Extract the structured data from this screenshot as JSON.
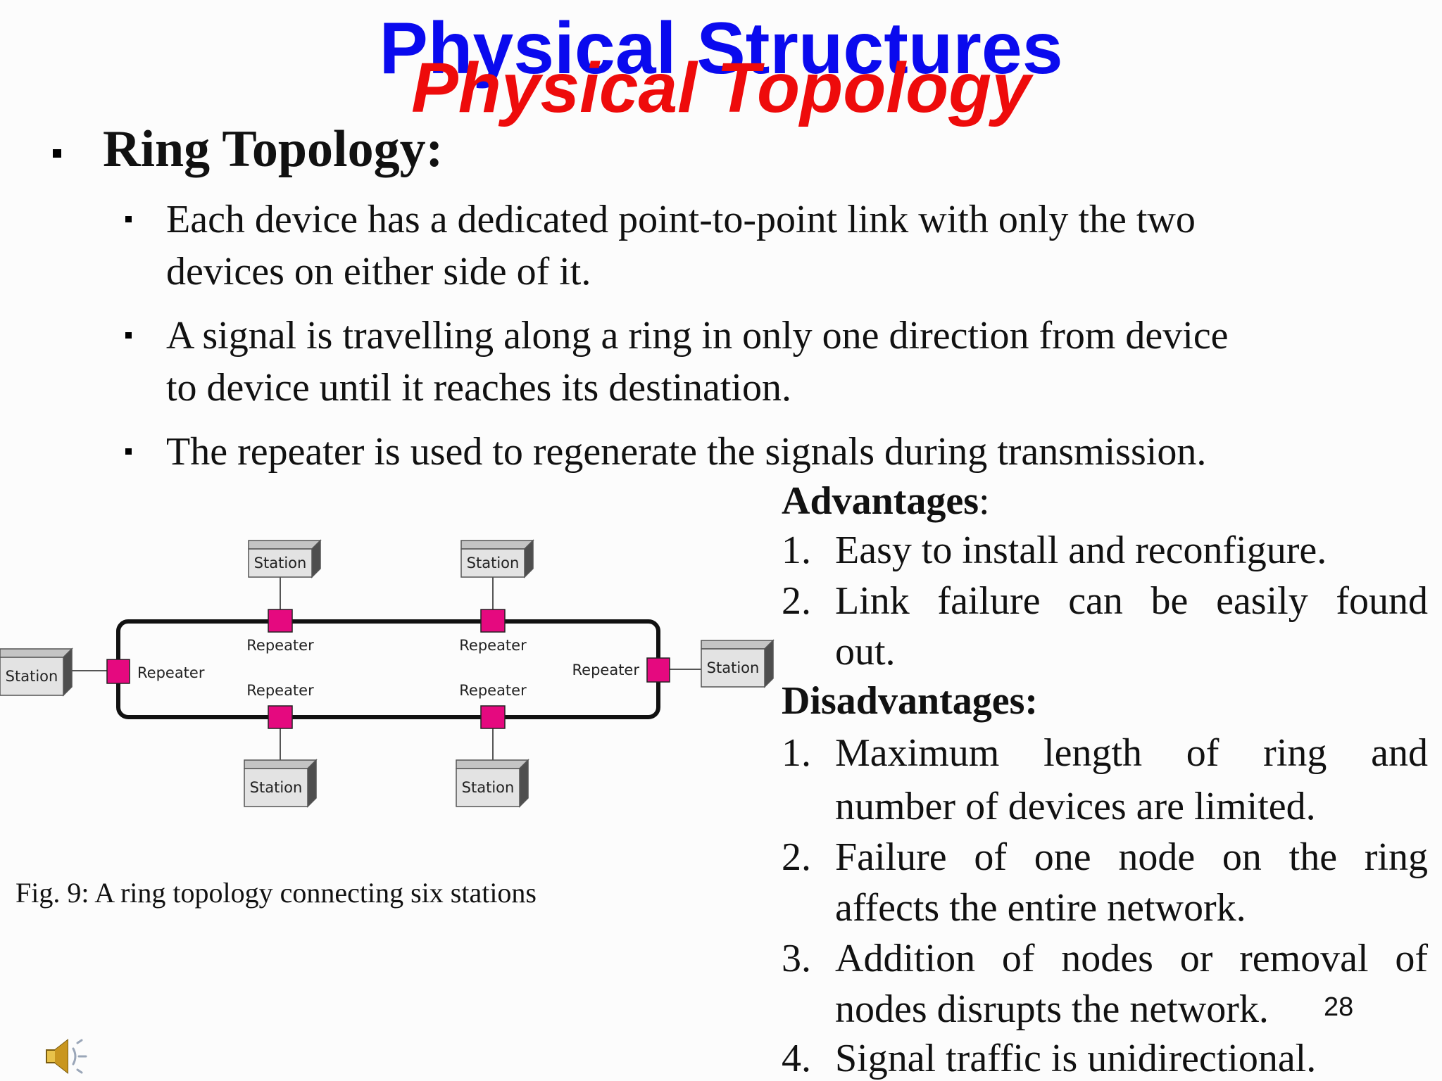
{
  "slide": {
    "title": "Physical Structures",
    "subtitle": "Physical Topology",
    "heading": "Ring Topology:",
    "bullets": [
      [
        "Each device has a dedicated point-to-point link with only the two",
        "devices on either side of it."
      ],
      [
        "A signal is travelling along a ring in only one direction from device",
        "to device until it reaches its destination."
      ],
      [
        "The repeater is used to regenerate the signals during transmission."
      ]
    ],
    "advantages_heading": "Advantages",
    "advantages_colon": ":",
    "advantages": [
      {
        "num": "1.",
        "lines": [
          "Easy to install and reconfigure."
        ]
      },
      {
        "num": "2.",
        "lines": [
          "Link failure can be easily found",
          "out."
        ]
      }
    ],
    "disadvantages_heading": "Disadvantages:",
    "disadvantages": [
      {
        "num": "1.",
        "lines": [
          "Maximum length of ring and",
          "number of devices are limited."
        ]
      },
      {
        "num": "2.",
        "lines": [
          "Failure of one node on the ring",
          "affects the entire network."
        ]
      },
      {
        "num": "3.",
        "lines": [
          "Addition of nodes or removal of",
          "nodes disrupts the network."
        ]
      },
      {
        "num": "4.",
        "lines": [
          "Signal traffic is unidirectional."
        ]
      }
    ],
    "caption": "Fig. 9: A ring topology connecting six stations",
    "page_number": "28"
  },
  "diagram": {
    "station_label": "Station",
    "repeater_label": "Repeater",
    "repeater_color": "#e5097f"
  },
  "icons": {
    "speaker": "speaker-icon"
  }
}
